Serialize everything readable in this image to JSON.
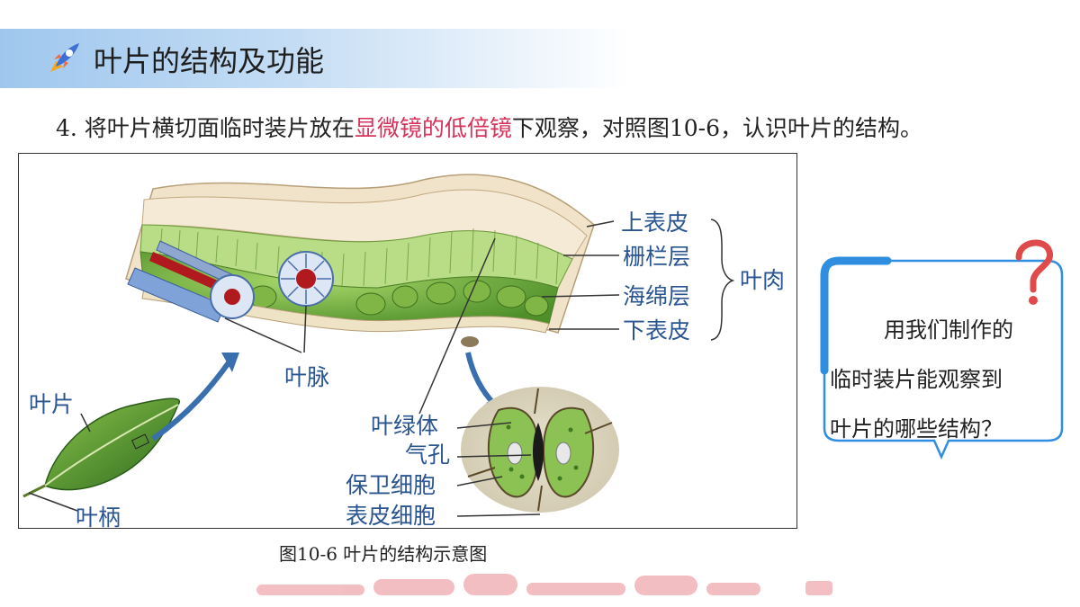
{
  "header": {
    "title": "叶片的结构及功能",
    "icon": "rocket-icon",
    "band_color": "#9fc7ee"
  },
  "instruction": {
    "prefix": "4. 将叶片横切面临时装片放在",
    "highlight": "显微镜的低倍镜",
    "suffix": "下观察，对照图10-6，认识叶片的结构。",
    "highlight_color": "#d6335a"
  },
  "figure": {
    "labels": {
      "upper_epidermis": "上表皮",
      "palisade": "栅栏层",
      "spongy": "海绵层",
      "lower_epidermis": "下表皮",
      "mesophyll": "叶肉",
      "vein": "叶脉",
      "blade": "叶片",
      "petiole": "叶柄",
      "chloroplast": "叶绿体",
      "stoma": "气孔",
      "guard_cell": "保卫细胞",
      "epidermal_cell": "表皮细胞"
    },
    "label_color": "#2a5591",
    "caption": "图10-6   叶片的结构示意图"
  },
  "bubble": {
    "lines": [
      "用我们制作的",
      "临时装片能观察到",
      "叶片的哪些结构？"
    ],
    "accent": "#2f8ee0",
    "question_color": "#e04a4a"
  }
}
